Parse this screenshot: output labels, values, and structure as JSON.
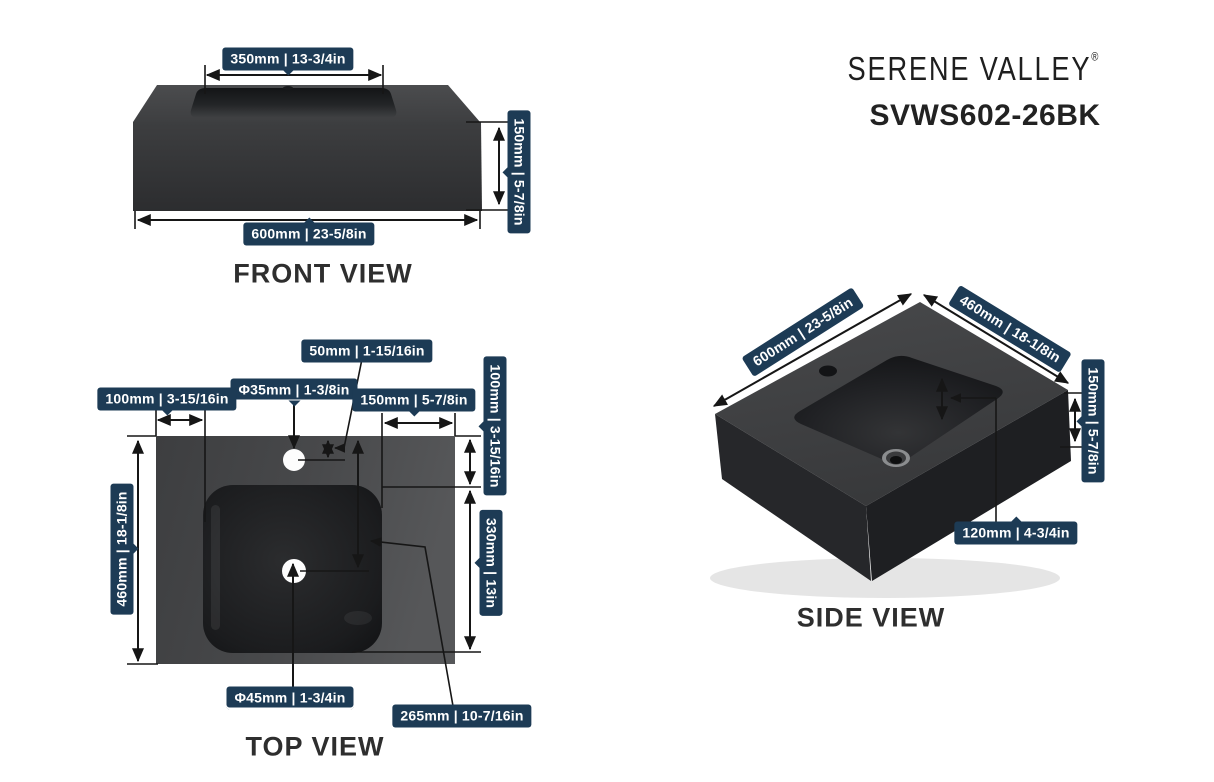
{
  "brand": {
    "name": "SERENE VALLEY",
    "mark": "®",
    "model": "SVWS602-26BK"
  },
  "views": {
    "front": {
      "title": "FRONT VIEW",
      "dims": {
        "basin_width": "350mm | 13-3/4in",
        "height": "150mm | 5-7/8in",
        "overall_width": "600mm | 23-5/8in"
      }
    },
    "top": {
      "title": "TOP VIEW",
      "dims": {
        "faucet_setback": "50mm | 1-15/16in",
        "faucet_hole_diameter": "Φ35mm | 1-3/8in",
        "left_offset": "100mm | 3-15/16in",
        "right_offset": "150mm | 5-7/8in",
        "back_offset": "100mm | 3-15/16in",
        "overall_depth": "460mm | 18-1/8in",
        "basin_length": "330mm | 13in",
        "drain_hole_diameter": "Φ45mm | 1-3/4in",
        "drain_setback": "265mm | 10-7/16in"
      }
    },
    "side": {
      "title": "SIDE VIEW",
      "dims": {
        "overall_width": "600mm | 23-5/8in",
        "overall_depth": "460mm | 18-1/8in",
        "height": "150mm | 5-7/8in",
        "basin_depth": "120mm | 4-3/4in"
      }
    }
  },
  "colors": {
    "badge": "#1d3b55",
    "line": "#161616",
    "title": "#2e2e2e",
    "brand": "#1f1f1f"
  }
}
